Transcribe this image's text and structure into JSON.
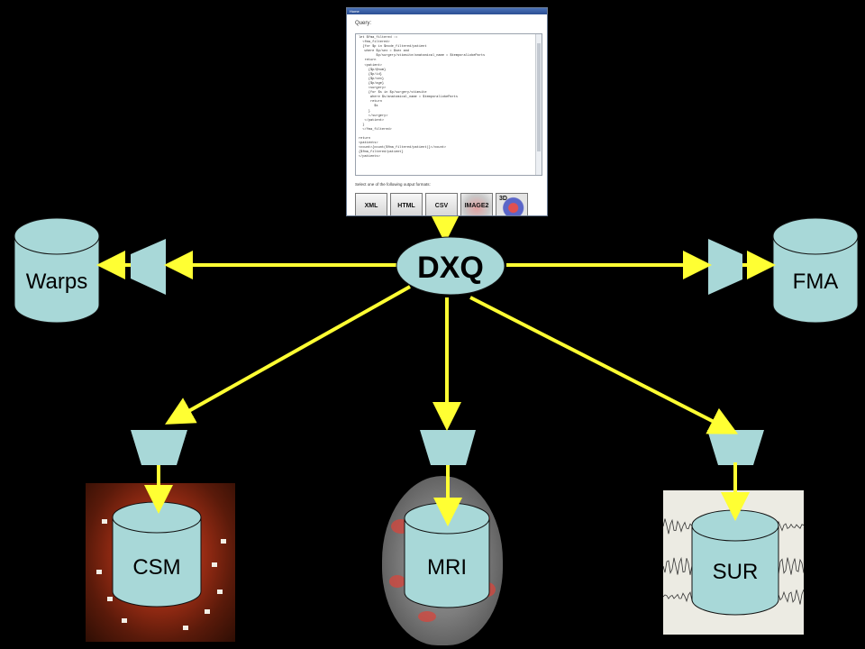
{
  "center_node": {
    "label": "DXQ"
  },
  "sources": {
    "warps": {
      "label": "Warps"
    },
    "fma": {
      "label": "FMA"
    },
    "csm": {
      "label": "CSM"
    },
    "mri": {
      "label": "MRI"
    },
    "sur": {
      "label": "SUR"
    }
  },
  "colors": {
    "arrow": "#ffff33",
    "cylinder_fill": "#a8d8d8",
    "wrapper_fill": "#a8d8d8",
    "node_fill": "#a8d8d8",
    "background": "#000000"
  },
  "query_window": {
    "title": "Home",
    "query_label": "Query:",
    "code": "let $fma_filtered :=\n  <fma_filtered>\n  {for $p in $node_filtered/patient\n   where $p/sex = $sex and\n         $p/surgery/stimsite/anatomical_name = $temporalLobeParts\n   return\n   <patient>\n     {$p/@num}\n     {$p/id}\n     {$p/sex}\n     {$p/age}\n     <surgery>\n     {for $s in $p/surgery/stimsite\n      where $s/anatomical_name = $temporalLobeParts\n      return\n        $s\n     }\n     </surgery>\n   </patient>\n  }\n  </fma_filtered>\n\nreturn\n<patients>\n<count>{count($fma_filtered/patient)}</count>\n{$fma_filtered/patient}\n</patients>",
    "select_label": "Select one of the following output formats:",
    "formats": [
      "XML",
      "HTML",
      "CSV",
      "IMAGE2",
      "3D"
    ]
  }
}
